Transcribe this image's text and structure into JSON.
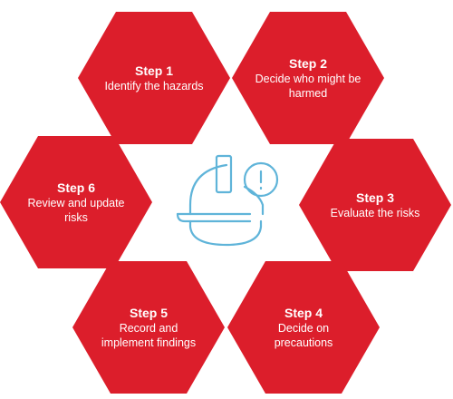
{
  "colors": {
    "accent": "#dc1e2b",
    "icon": "#5fb4d9"
  },
  "center_icon": "hard-hat-warning-icon",
  "steps": [
    {
      "title": "Step 1",
      "description": "Identify the hazards"
    },
    {
      "title": "Step 2",
      "description": "Decide who might be harmed"
    },
    {
      "title": "Step 3",
      "description": "Evaluate the risks"
    },
    {
      "title": "Step 4",
      "description": "Decide on precautions"
    },
    {
      "title": "Step 5",
      "description": "Record and implement findings"
    },
    {
      "title": "Step 6",
      "description": "Review and update risks"
    }
  ]
}
